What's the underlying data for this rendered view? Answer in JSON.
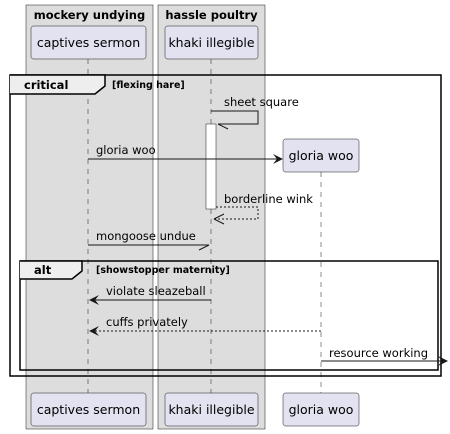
{
  "boxes": [
    {
      "title": "mockery undying"
    },
    {
      "title": "hassle poultry"
    }
  ],
  "participants": [
    {
      "label": "captives sermon"
    },
    {
      "label": "khaki illegible"
    },
    {
      "label": "gloria woo"
    }
  ],
  "fragments": {
    "critical": {
      "title": "critical",
      "guard": "[flexing hare]"
    },
    "alt": {
      "title": "alt",
      "guard": "[showstopper maternity]"
    }
  },
  "messages": [
    {
      "label": "sheet square",
      "from": "khaki illegible",
      "to": "khaki illegible",
      "style": "solid"
    },
    {
      "label": "gloria woo",
      "from": "captives sermon",
      "to": "gloria woo",
      "style": "solid",
      "creates": true
    },
    {
      "label": "borderline wink",
      "from": "khaki illegible",
      "to": "khaki illegible",
      "style": "dashed"
    },
    {
      "label": "mongoose undue",
      "from": "captives sermon",
      "to": "khaki illegible",
      "style": "solid"
    },
    {
      "label": "violate sleazeball",
      "from": "khaki illegible",
      "to": "captives sermon",
      "style": "solid"
    },
    {
      "label": "cuffs privately",
      "from": "gloria woo",
      "to": "captives sermon",
      "style": "dashed"
    },
    {
      "label": "resource working",
      "from": "gloria woo",
      "to": "outside",
      "style": "solid"
    }
  ],
  "colors": {
    "box_fill": "#dddddd",
    "participant_fill": "#e2e2f0",
    "line": "#181818",
    "lifeline": "#181818",
    "fragment_border": "#000000"
  }
}
